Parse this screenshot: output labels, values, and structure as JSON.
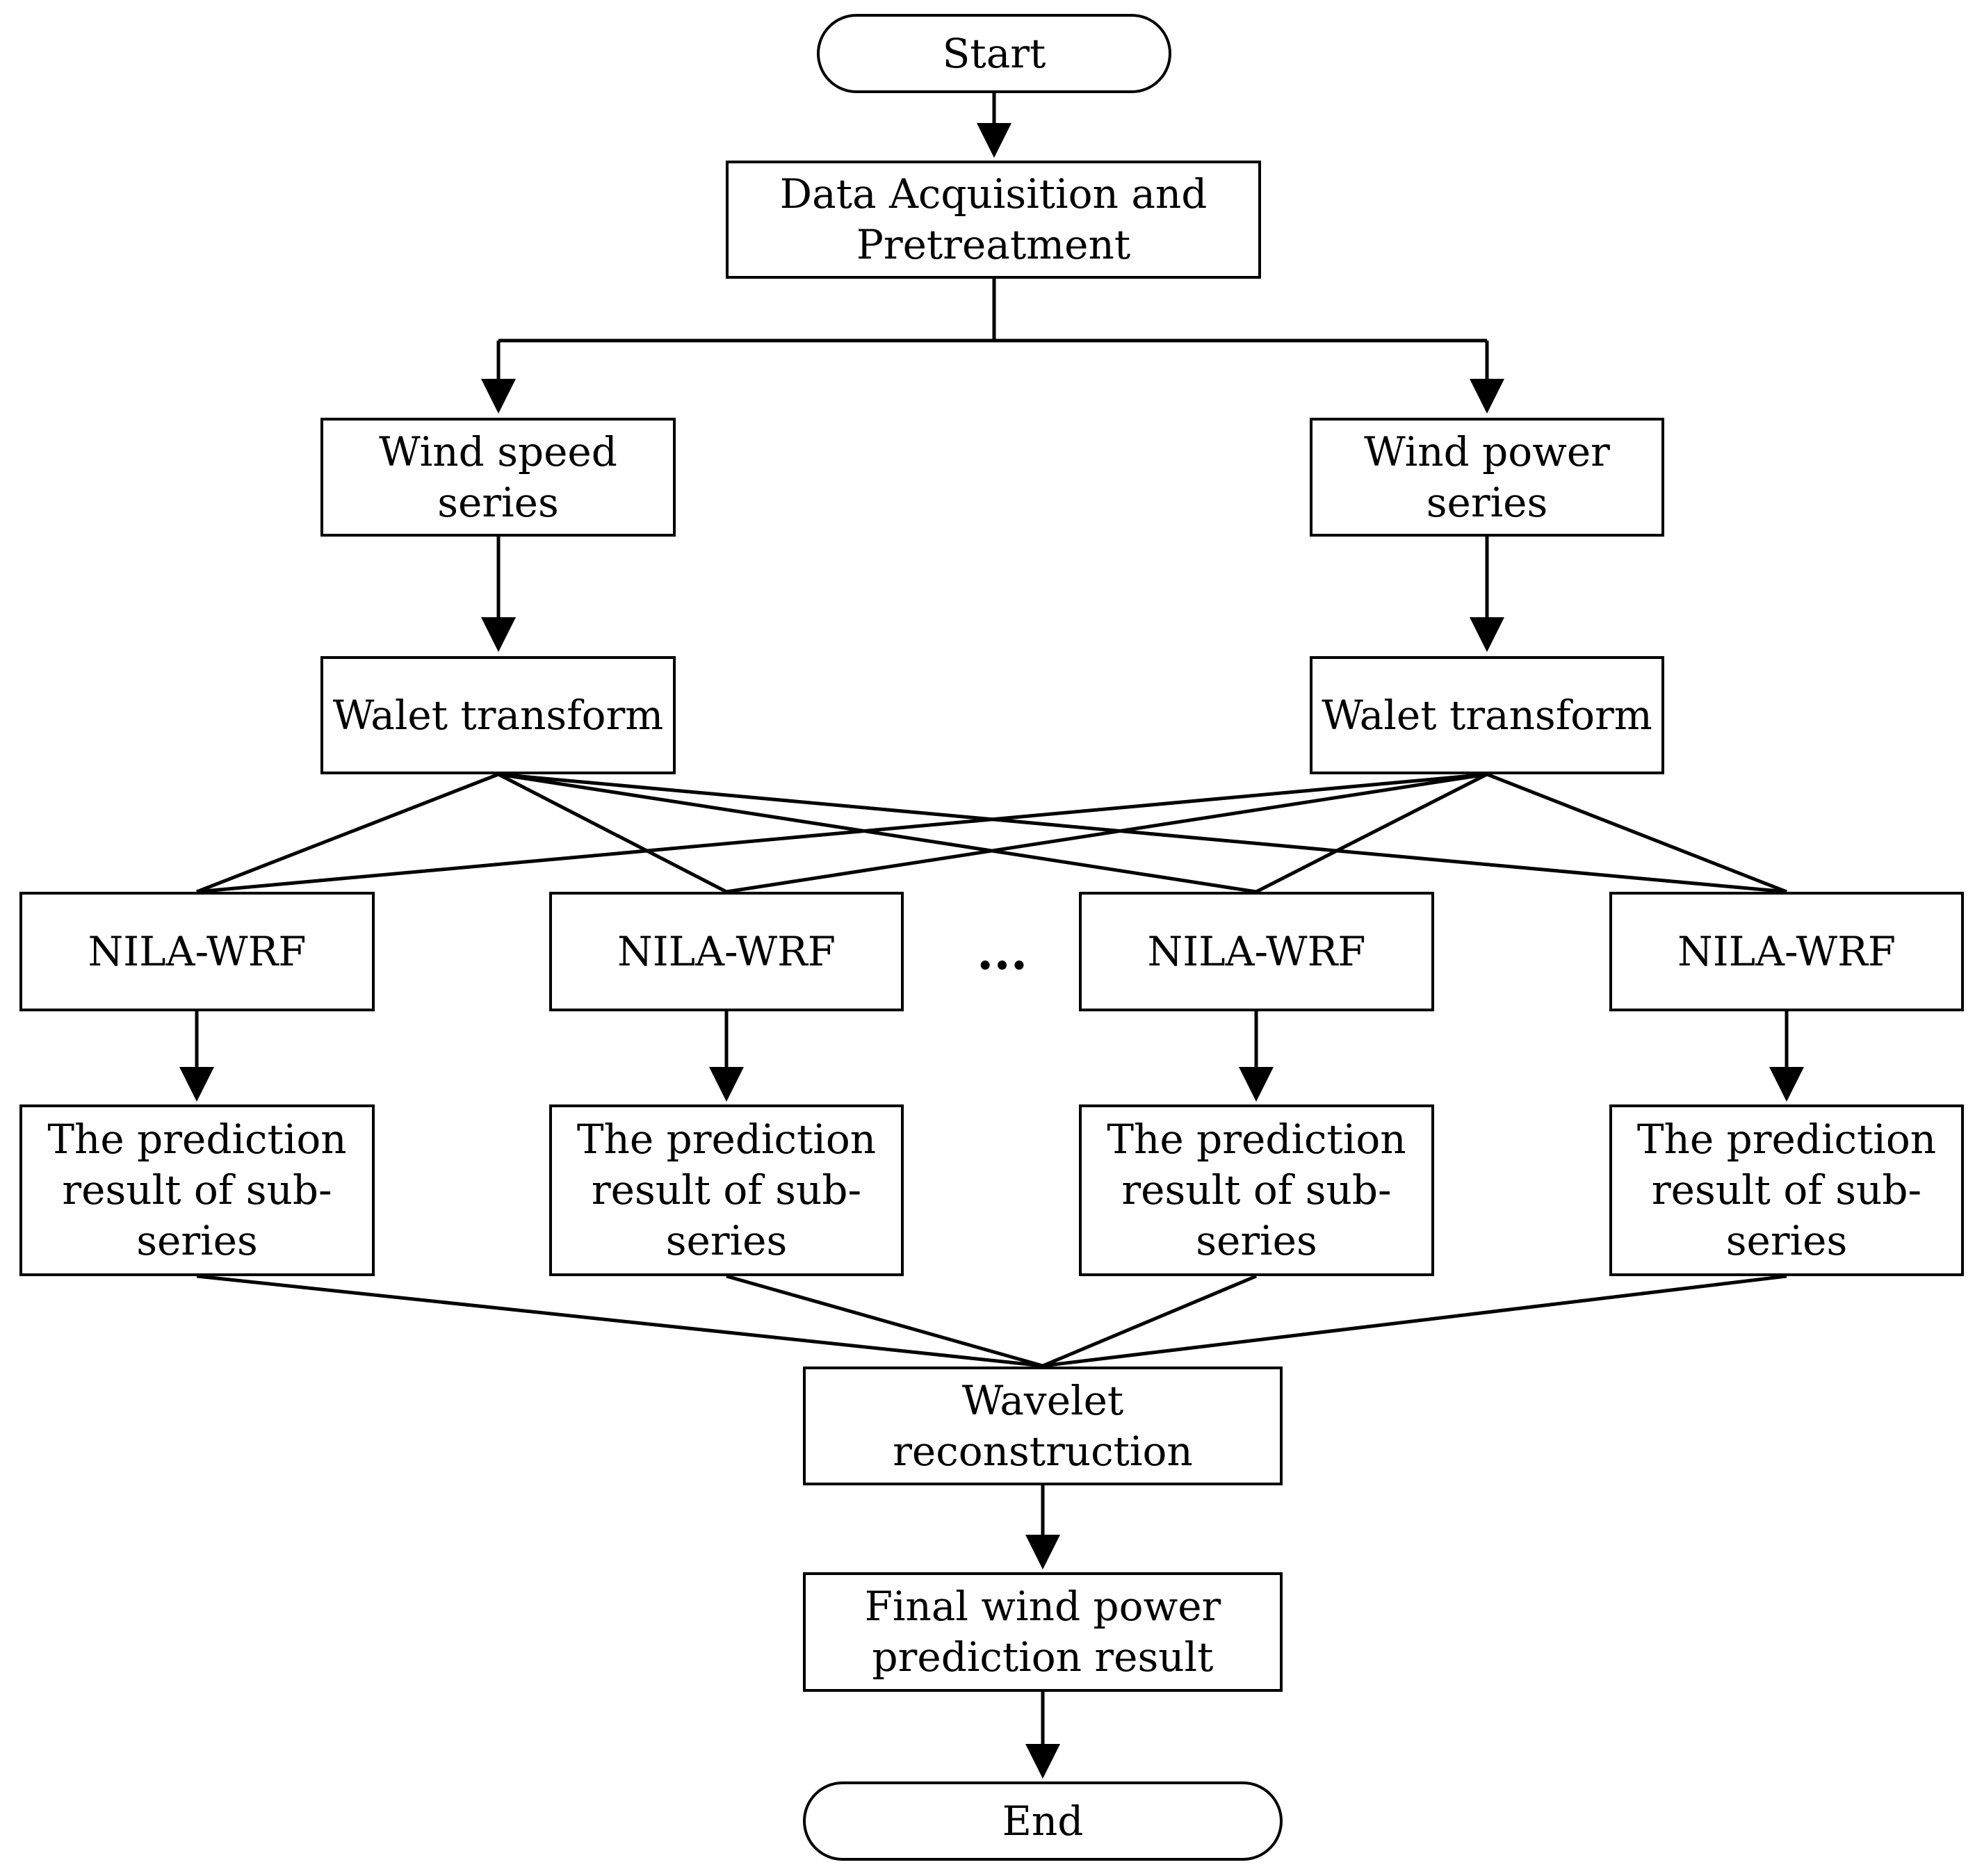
{
  "diagram": {
    "start": "Start",
    "data_acquisition": "Data Acquisition and\nPretreatment",
    "wind_speed_series": "Wind speed\nseries",
    "wind_power_series": "Wind power\nseries",
    "wavelet_transform_left": "Walet transform",
    "wavelet_transform_right": "Walet transform",
    "models": [
      "NILA-WRF",
      "NILA-WRF",
      "NILA-WRF",
      "NILA-WRF"
    ],
    "ellipsis": "...",
    "sub_results": [
      "The prediction\nresult of sub-\nseries",
      "The prediction\nresult of sub-\nseries",
      "The prediction\nresult of sub-\nseries",
      "The prediction\nresult of sub-\nseries"
    ],
    "wavelet_reconstruction": "Wavelet reconstruction",
    "final_result": "Final wind power\nprediction result",
    "end": "End"
  }
}
